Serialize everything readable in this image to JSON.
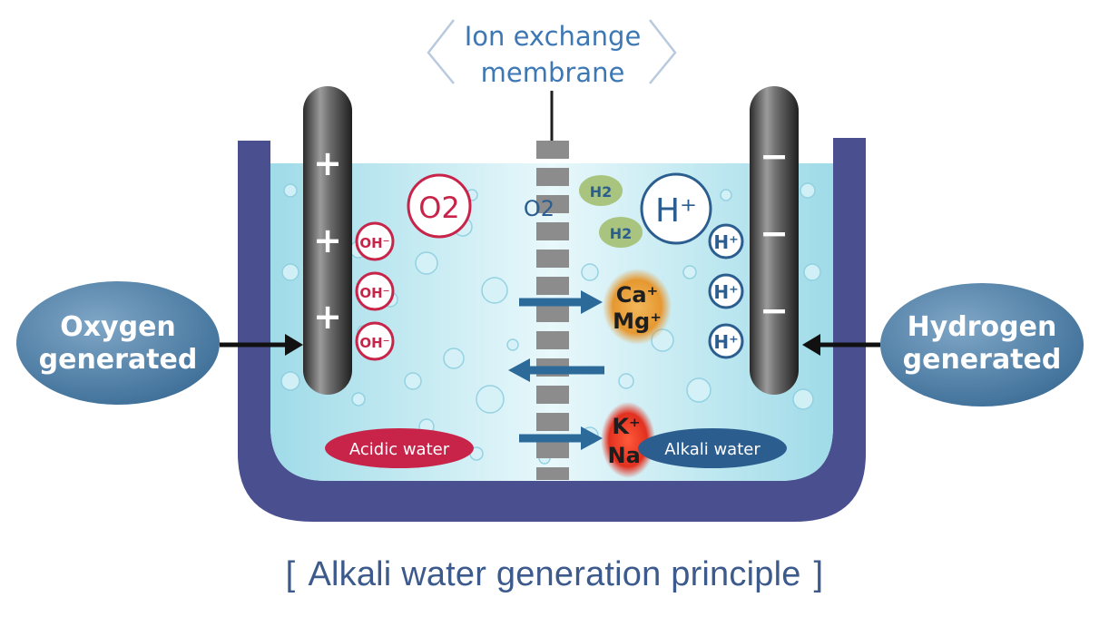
{
  "membrane_label": {
    "line1": "Ion exchange",
    "line2": "membrane"
  },
  "left_callout": {
    "line1": "Oxygen",
    "line2": "generated"
  },
  "right_callout": {
    "line1": "Hydrogen",
    "line2": "generated"
  },
  "anode_signs": [
    "+",
    "+",
    "+"
  ],
  "cathode_signs": [
    "−",
    "−",
    "−"
  ],
  "ions": {
    "o2_big": "O2",
    "o2_small": "O2",
    "oh": [
      "OH⁻",
      "OH⁻",
      "OH⁻"
    ],
    "h2": [
      "H2",
      "H2"
    ],
    "h_big": "H⁺",
    "h_small": [
      "H⁺",
      "H⁺",
      "H⁺"
    ],
    "ca": "Ca⁺",
    "mg": "Mg⁺",
    "k": "K⁺",
    "na": "Na⁺"
  },
  "zone_labels": {
    "acidic": "Acidic water",
    "alkali": "Alkali water"
  },
  "caption": {
    "open": "[",
    "text": "Alkali water generation principle",
    "close": "]"
  },
  "colors": {
    "tank": "#4a4f8f",
    "water": "#bfe9f2",
    "acid_red": "#c8244a",
    "alkali_blue": "#2b5d8f",
    "arrow_blue": "#2c6a9a",
    "label_blue": "#3d5a8c"
  }
}
